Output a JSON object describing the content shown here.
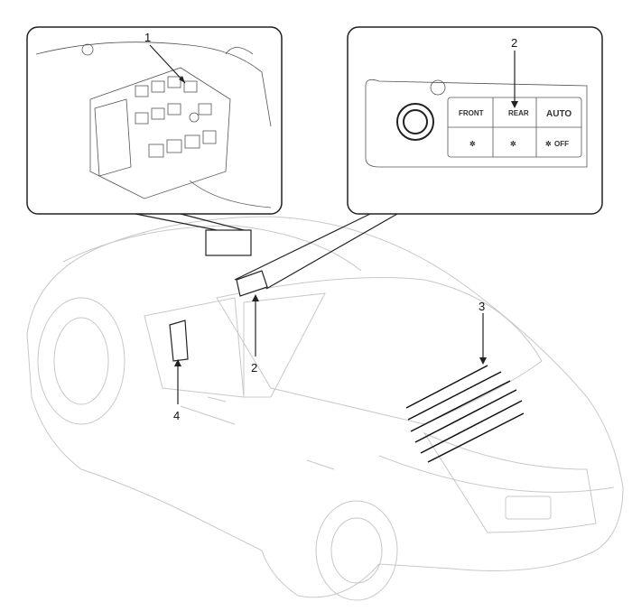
{
  "callouts": {
    "c1": "1",
    "c2_top": "2",
    "c2_bottom": "2",
    "c3": "3",
    "c4": "4"
  },
  "control_panel": {
    "front": "FRONT",
    "rear": "REAR",
    "auto": "AUTO",
    "off": "OFF"
  }
}
